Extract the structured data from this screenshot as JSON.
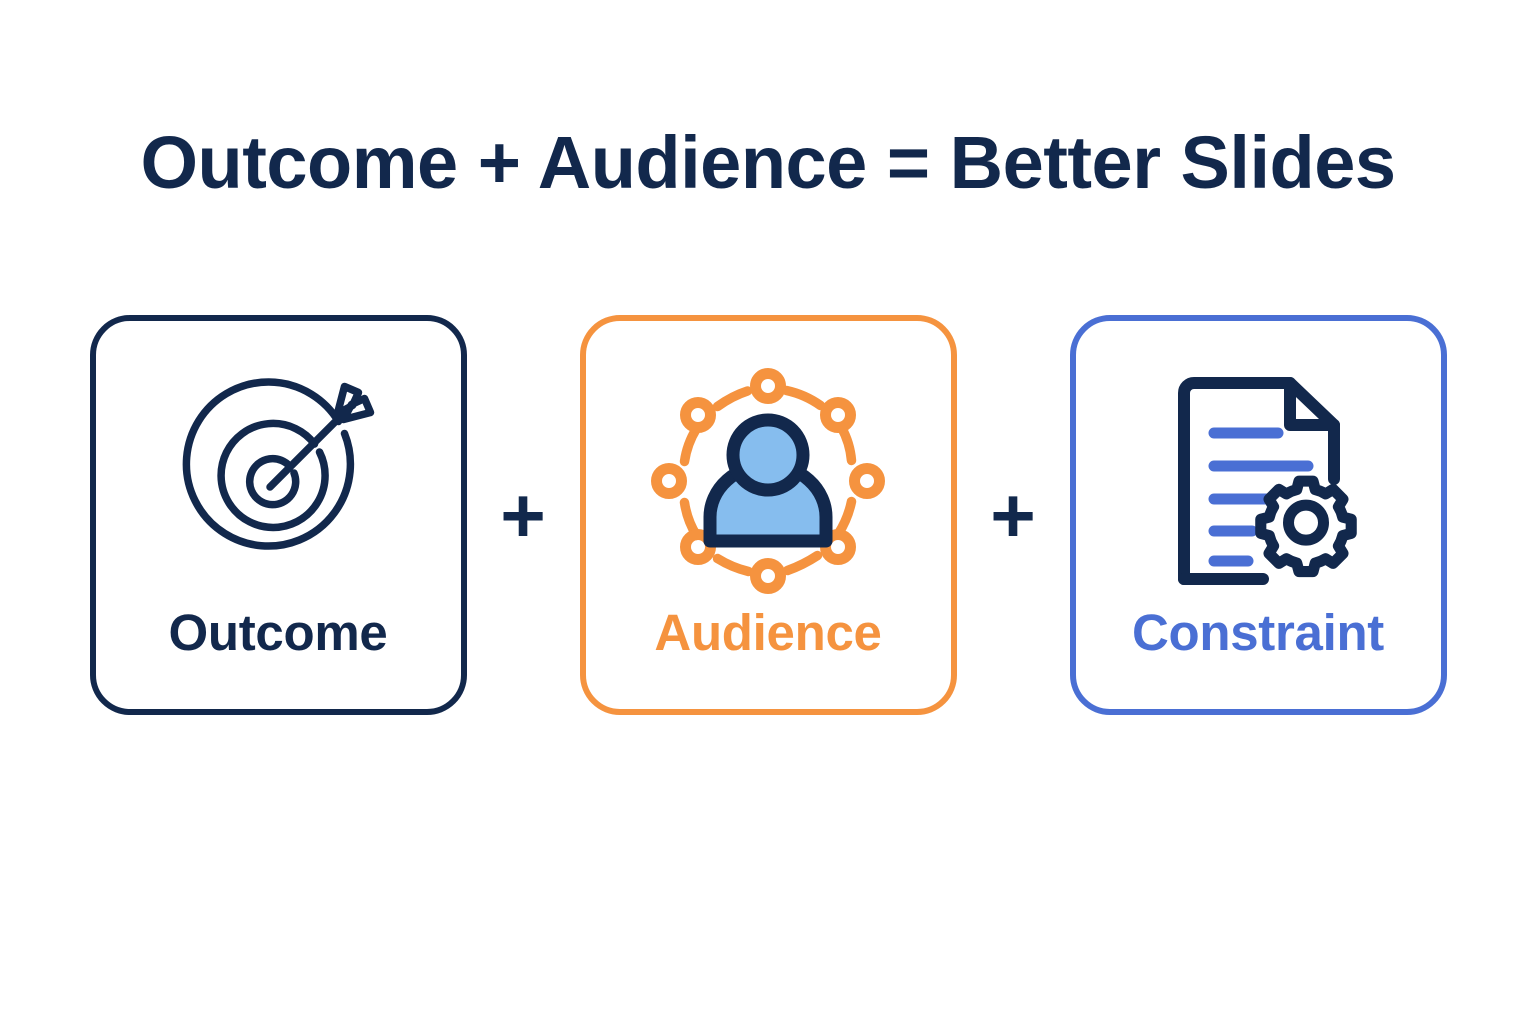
{
  "slide": {
    "background_color": "#ffffff",
    "title": "Outcome + Audience = Better Slides",
    "title_color": "#12284c"
  },
  "separators": [
    {
      "symbol": "+",
      "name": "plus-separator-1",
      "color": "#12284c"
    },
    {
      "symbol": "+",
      "name": "plus-separator-2",
      "color": "#12284c"
    }
  ],
  "cards": [
    {
      "id": "outcome",
      "label": "Outcome",
      "icon": "target-arrow-icon",
      "border_color": "#12284c",
      "label_color": "#12284c",
      "icon_stroke_color": "#12284c"
    },
    {
      "id": "audience",
      "label": "Audience",
      "icon": "audience-network-person-icon",
      "border_color": "#f5933f",
      "label_color": "#f5933f",
      "icon_stroke_color": "#12284c",
      "icon_accent_color": "#f5933f",
      "icon_fill_color": "#86bdee"
    },
    {
      "id": "constraint",
      "label": "Constraint",
      "icon": "document-gear-icon",
      "border_color": "#4a6fd4",
      "label_color": "#4a6fd4",
      "icon_stroke_color": "#12284c",
      "icon_accent_color": "#4a6fd4"
    }
  ]
}
